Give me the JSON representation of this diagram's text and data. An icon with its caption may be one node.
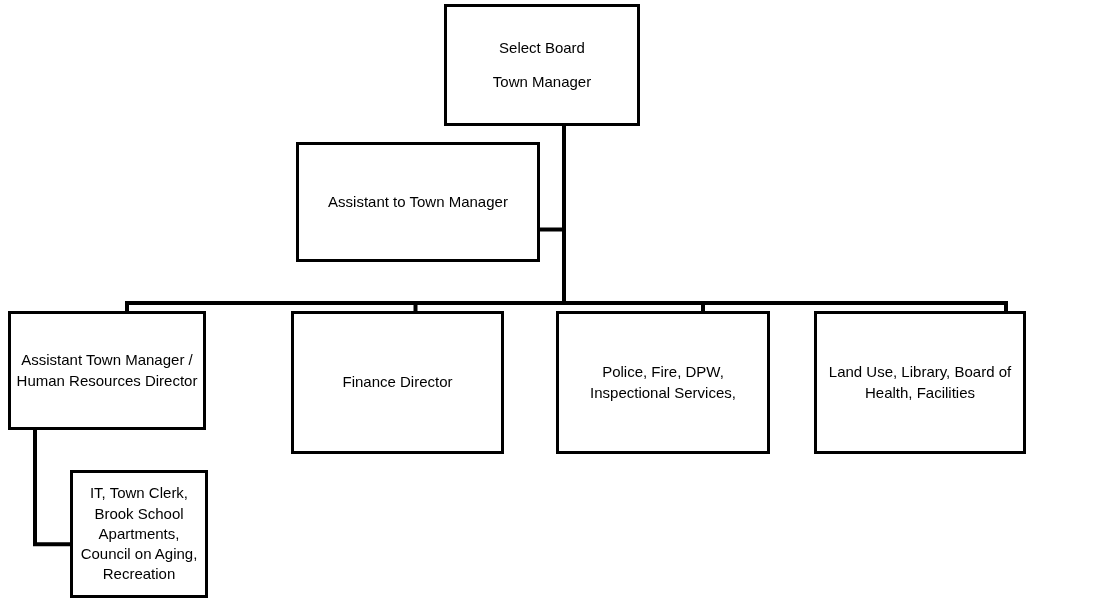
{
  "diagram": {
    "nodes": [
      {
        "text": [
          "Select Board",
          "Town Manager"
        ]
      },
      {
        "text": [
          "Assistant to Town Manager"
        ]
      },
      {
        "text": [
          "Assistant Town  Manager / Human Resources Director"
        ]
      },
      {
        "text": [
          "Finance Director"
        ]
      },
      {
        "text": [
          "Police, Fire, DPW, Inspectional Services,"
        ]
      },
      {
        "text": [
          "Land Use, Library, Board of Health, Facilities"
        ]
      },
      {
        "text": [
          "IT, Town Clerk, Brook School Apartments, Council on Aging, Recreation"
        ]
      }
    ],
    "edges": [
      {
        "from": 0,
        "to": 1,
        "arrow": "none"
      },
      {
        "from": 0,
        "to": 2,
        "arrow": "none"
      },
      {
        "from": 0,
        "to": 3,
        "arrow": "none"
      },
      {
        "from": 0,
        "to": 4,
        "arrow": "none"
      },
      {
        "from": 0,
        "to": 5,
        "arrow": "none"
      },
      {
        "from": 2,
        "to": 6,
        "arrow": "none"
      }
    ]
  }
}
